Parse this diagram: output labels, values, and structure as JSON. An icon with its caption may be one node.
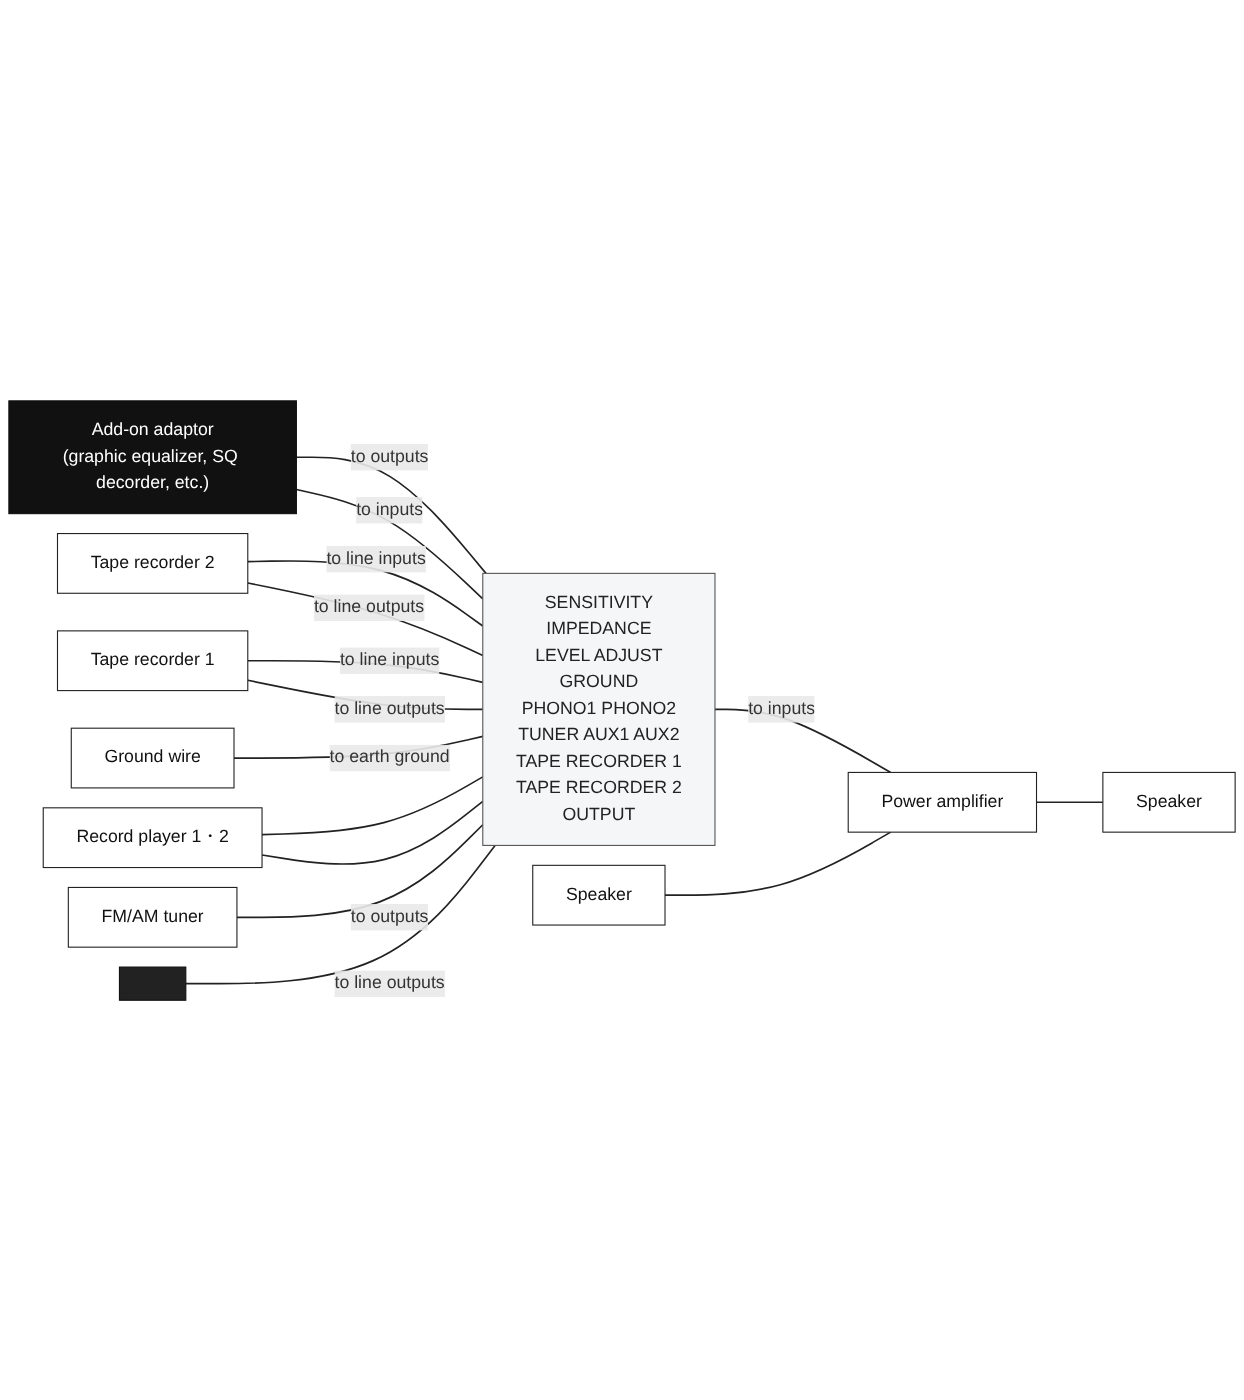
{
  "diagram": {
    "nodes": [
      {
        "text": [
          "Add-on adaptor",
          "(graphic equalizer, SQ decorder, etc.)"
        ]
      },
      {
        "text": [
          "Tape recorder 2"
        ]
      },
      {
        "text": [
          "Tape recorder 1"
        ]
      },
      {
        "text": [
          "Ground wire"
        ]
      },
      {
        "text": [
          "SENSITIVITY",
          "IMPEDANCE",
          "LEVEL ADJUST",
          "GROUND",
          "PHONO1 PHONO2",
          "TUNER AUX1 AUX2",
          "TAPE RECORDER 1",
          "TAPE RECORDER 2",
          "OUTPUT"
        ]
      },
      {
        "text": [
          "Record player 1・2"
        ]
      },
      {
        "text": [
          "FM/AM tuner"
        ]
      },
      {
        "text": [],
        "shape": "box"
      },
      {
        "text": [
          "Speaker"
        ]
      },
      {
        "text": [
          "Power amplifier"
        ]
      },
      {
        "text": [
          "Speaker"
        ]
      }
    ],
    "edges": [
      {
        "from": 0,
        "to": 4,
        "arrow": "none",
        "label": "to outputs"
      },
      {
        "from": 0,
        "to": 4,
        "arrow": "none",
        "label": "to inputs"
      },
      {
        "from": 1,
        "to": 4,
        "arrow": "none",
        "label": "to line inputs"
      },
      {
        "from": 1,
        "to": 4,
        "arrow": "none",
        "label": "to line outputs"
      },
      {
        "from": 2,
        "to": 4,
        "arrow": "none",
        "label": "to line inputs"
      },
      {
        "from": 2,
        "to": 4,
        "arrow": "none",
        "label": "to line outputs"
      },
      {
        "from": 3,
        "to": 4,
        "arrow": "none",
        "label": "to earth ground"
      },
      {
        "from": 5,
        "to": 4,
        "arrow": "none"
      },
      {
        "from": 5,
        "to": 4,
        "arrow": "none"
      },
      {
        "from": 6,
        "to": 4,
        "arrow": "none",
        "label": "to outputs"
      },
      {
        "from": 7,
        "to": 4,
        "arrow": "none",
        "label": "to line outputs"
      },
      {
        "from": 4,
        "to": 9,
        "arrow": "none",
        "label": "to inputs"
      },
      {
        "from": 8,
        "to": 9,
        "arrow": "none"
      },
      {
        "from": 9,
        "to": 10,
        "arrow": "none"
      }
    ]
  }
}
